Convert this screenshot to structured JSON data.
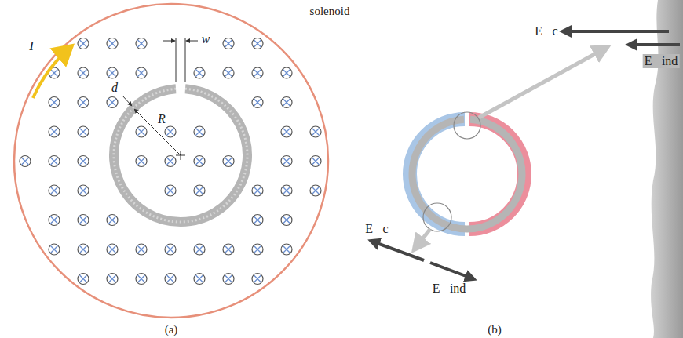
{
  "diagram": {
    "labels": [
      "solenoid",
      "I",
      "w",
      "d",
      "R",
      "(a)",
      "E⃗c",
      "E⃗ind",
      "E⃗c",
      "E⃗ind",
      "(b)"
    ]
  }
}
